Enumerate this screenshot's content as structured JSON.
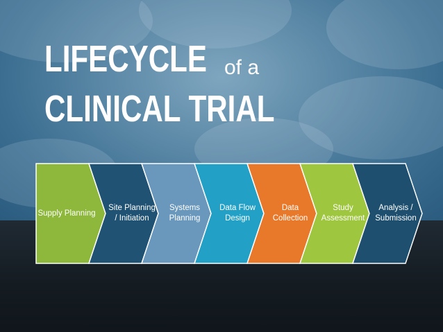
{
  "title": {
    "line1_big": "LIFECYCLE",
    "line1_small": "of a",
    "line2_big": "CLINICAL TRIAL"
  },
  "steps": [
    {
      "label": "Supply Planning",
      "color": "#8db83b"
    },
    {
      "label": "Site Planning / Initiation",
      "color": "#1f5273"
    },
    {
      "label": "Systems Planning",
      "color": "#6a98bd"
    },
    {
      "label": "Data Flow Design",
      "color": "#23a0c6"
    },
    {
      "label": "Data Collection",
      "color": "#e8792a"
    },
    {
      "label": "Study Assessment",
      "color": "#9ec63e"
    },
    {
      "label": "Analysis / Submission",
      "color": "#1f4f6f"
    }
  ]
}
